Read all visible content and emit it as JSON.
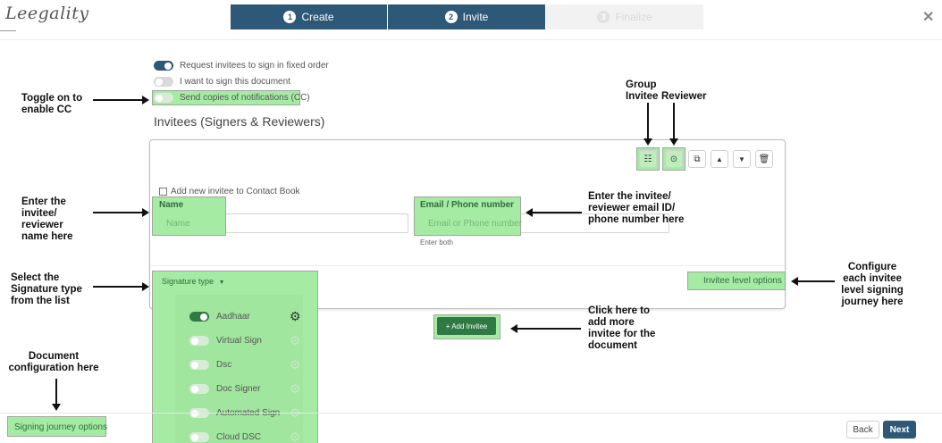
{
  "app": {
    "logo_text": "Leegality"
  },
  "stepper": {
    "steps": [
      {
        "num": "1",
        "label": "Create"
      },
      {
        "num": "2",
        "label": "Invite"
      },
      {
        "num": "3",
        "label": "Finalize"
      }
    ]
  },
  "options": {
    "fixed_order": "Request invitees to sign in fixed order",
    "sign_myself": "I want to sign this document",
    "cc": "Send copies of notifications (CC)"
  },
  "section_title": "Invitees (Signers & Reviewers)",
  "invitee": {
    "add_to_contacts": "Add new invitee to Contact Book",
    "name_label": "Name",
    "name_placeholder": "Name",
    "email_label": "Email / Phone number",
    "email_placeholder": "Email or Phone number",
    "email_hint": "Enter both",
    "signature_type": "Signature type",
    "level_options": "Invitee level options"
  },
  "signature_types": [
    {
      "label": "Aadhaar",
      "enabled": true
    },
    {
      "label": "Virtual Sign",
      "enabled": false
    },
    {
      "label": "Dsc",
      "enabled": false
    },
    {
      "label": "Doc Signer",
      "enabled": false
    },
    {
      "label": "Automated Sign",
      "enabled": false
    },
    {
      "label": "Cloud DSC",
      "enabled": false
    }
  ],
  "add_invitee": "+ Add Invitee",
  "footer": {
    "journey_options": "Signing journey options",
    "back": "Back",
    "next": "Next"
  },
  "annotations": {
    "cc_1": "Toggle on to",
    "cc_2": "enable CC",
    "group_1": "Group",
    "group_2": "Invitee",
    "reviewer": "Reviewer",
    "name_1": "Enter the",
    "name_2": "invitee/",
    "name_3": "reviewer",
    "name_4": "name here",
    "email_1": "Enter the invitee/",
    "email_2": "reviewer email ID/",
    "email_3": "phone number here",
    "sig_1": "Select the",
    "sig_2": "Signature type",
    "sig_3": "from the list",
    "conf_1": "Configure",
    "conf_2": "each invitee",
    "conf_3": "level signing",
    "conf_4": "journey here",
    "add_1": "Click here to",
    "add_2": "add more",
    "add_3": "invitee for the",
    "add_4": "document",
    "doc_1": "Document",
    "doc_2": "configuration here"
  },
  "colors": {
    "primary": "#2e5878",
    "highlight": "#a6eba4",
    "accent_green": "#2f7a44"
  }
}
